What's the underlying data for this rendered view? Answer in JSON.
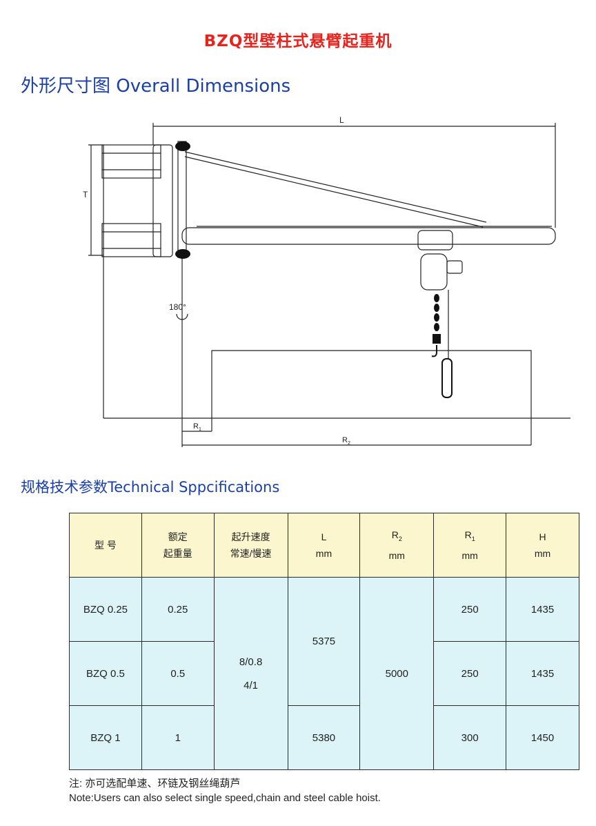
{
  "title": "BZQ型壁柱式悬臂起重机",
  "section1": "外形尺寸图  Overall Dimensions",
  "diagram_labels": {
    "L": "L",
    "T": "T",
    "angle": "180°",
    "R1": "R",
    "R1_sub": "1",
    "R2": "R",
    "R2_sub": "2"
  },
  "section2": "规格技术参数Technical Sppcifications",
  "table": {
    "headers": {
      "model": "型  号",
      "capacity_1": "额定",
      "capacity_2": "起重量",
      "speed_1": "起升速度",
      "speed_2": "常速/慢速",
      "L_1": "L",
      "L_2": "mm",
      "R2_1": "R",
      "R2_sub": "2",
      "R2_2": "mm",
      "R1_1": "R",
      "R1_sub": "1",
      "R1_2": "mm",
      "H_1": "H",
      "H_2": "mm"
    },
    "rows": [
      {
        "model": "BZQ 0.25",
        "capacity": "0.25",
        "R1": "250",
        "H": "1435"
      },
      {
        "model": "BZQ 0.5",
        "capacity": "0.5",
        "R1": "250",
        "H": "1435"
      },
      {
        "model": "BZQ 1",
        "capacity": "1",
        "R1": "300",
        "H": "1450"
      }
    ],
    "speed_1": "8/0.8",
    "speed_2": "4/1",
    "L_top": "5375",
    "L_bottom": "5380",
    "R2": "5000"
  },
  "note_cn": "注:  亦可选配单速、环链及钢丝绳葫芦",
  "note_en": "Note:Users can also select single speed,chain and steel cable hoist."
}
